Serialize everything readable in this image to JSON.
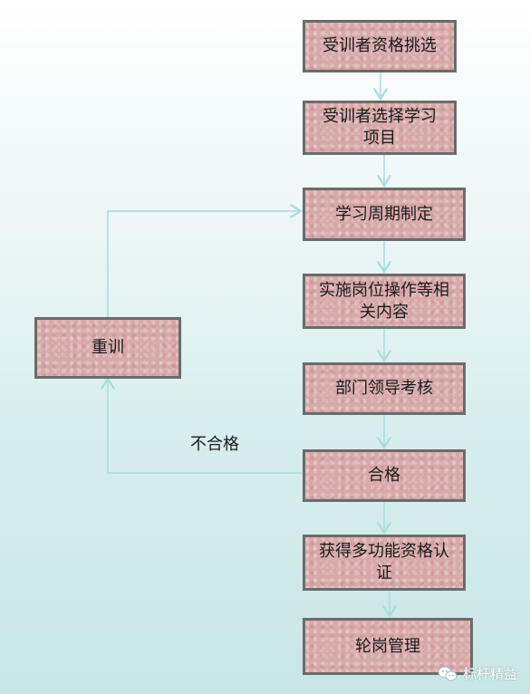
{
  "steps": [
    {
      "id": "select",
      "label": "受训者资格挑选"
    },
    {
      "id": "choose",
      "label": "受训者选择学习项目"
    },
    {
      "id": "cycle",
      "label": "学习周期制定"
    },
    {
      "id": "content",
      "label": "实施岗位操作等相关内容"
    },
    {
      "id": "review",
      "label": "部门领导考核"
    },
    {
      "id": "pass",
      "label": "合格"
    },
    {
      "id": "cert",
      "label": "获得多功能资格认证"
    },
    {
      "id": "rotate",
      "label": "轮岗管理"
    }
  ],
  "retrain": {
    "label": "重训"
  },
  "fail_label": "不合格",
  "watermark": {
    "text": "标杆精益"
  },
  "colors": {
    "box_fill": "#d8a9a9",
    "box_border": "#6b6b6b",
    "connector": "#a8dcdc"
  }
}
